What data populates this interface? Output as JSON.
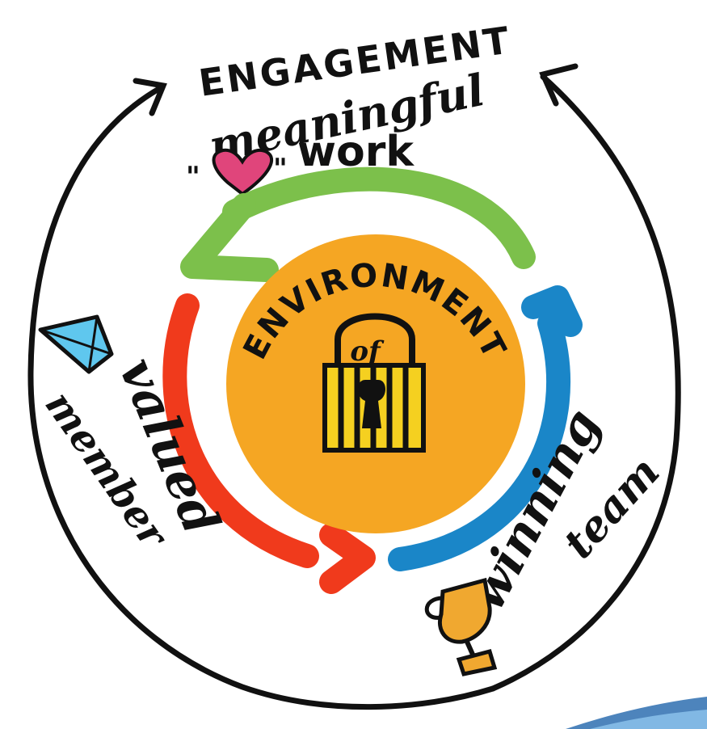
{
  "title": "ENGAGEMENT",
  "labels": {
    "top_line1": "meaningful",
    "quote_open": "\"",
    "quote_close": "\"",
    "work": "work",
    "left_line1": "valued",
    "left_line2": "member",
    "right_line1": "winning",
    "right_line2": "team",
    "center_word": "ENVIRONMENT",
    "lock_text": "of"
  },
  "colors": {
    "outer_ring": "#111111",
    "green_arrow": "#7cc04b",
    "red_arrow": "#f03a1c",
    "blue_arrow": "#1a86c8",
    "center_circle": "#f5a623",
    "heart": "#e0457b",
    "diamond": "#5fc7ee",
    "trophy": "#f0a830",
    "lock_stripes": "#f5d020",
    "corner_swoosh": "#2e6fb0"
  },
  "icons": [
    "heart-icon",
    "diamond-icon",
    "padlock-icon",
    "trophy-icon"
  ]
}
